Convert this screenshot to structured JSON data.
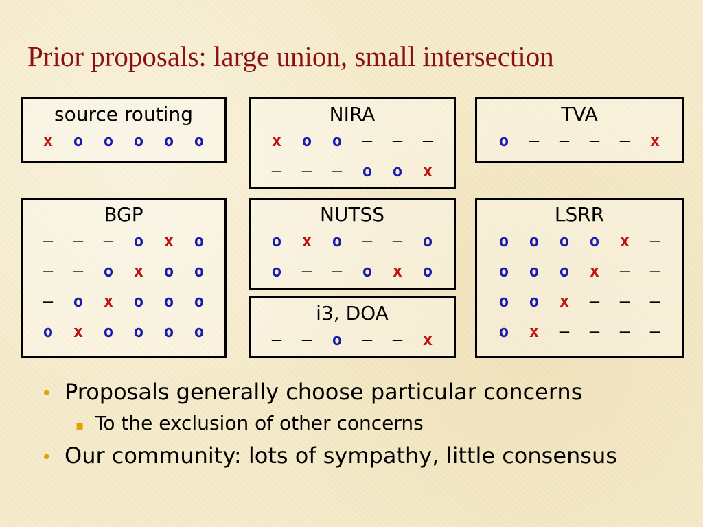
{
  "title": "Prior proposals: large union, small intersection",
  "colors": {
    "title": "#8b1010",
    "circle": "#1a1ab0",
    "cross": "#c01010",
    "bullet": "#e8a000"
  },
  "boxes": {
    "source_routing": {
      "name": "source routing",
      "rows": [
        [
          "x",
          "o",
          "o",
          "o",
          "o",
          "o"
        ]
      ]
    },
    "nira": {
      "name": "NIRA",
      "rows": [
        [
          "x",
          "o",
          "o",
          "–",
          "–",
          "–"
        ],
        [
          "–",
          "–",
          "–",
          "o",
          "o",
          "x"
        ]
      ]
    },
    "tva": {
      "name": "TVA",
      "rows": [
        [
          "o",
          "–",
          "–",
          "–",
          "–",
          "x"
        ]
      ]
    },
    "bgp": {
      "name": "BGP",
      "rows": [
        [
          "–",
          "–",
          "–",
          "o",
          "x",
          "o"
        ],
        [
          "–",
          "–",
          "o",
          "x",
          "o",
          "o"
        ],
        [
          "–",
          "o",
          "x",
          "o",
          "o",
          "o"
        ],
        [
          "o",
          "x",
          "o",
          "o",
          "o",
          "o"
        ]
      ]
    },
    "nutss": {
      "name": "NUTSS",
      "rows": [
        [
          "o",
          "x",
          "o",
          "–",
          "–",
          "o"
        ],
        [
          "o",
          "–",
          "–",
          "o",
          "x",
          "o"
        ]
      ]
    },
    "i3doa": {
      "name": "i3, DOA",
      "rows": [
        [
          "–",
          "–",
          "o",
          "–",
          "–",
          "x"
        ]
      ]
    },
    "lsrr": {
      "name": "LSRR",
      "rows": [
        [
          "o",
          "o",
          "o",
          "o",
          "x",
          "–"
        ],
        [
          "o",
          "o",
          "o",
          "x",
          "–",
          "–"
        ],
        [
          "o",
          "o",
          "x",
          "–",
          "–",
          "–"
        ],
        [
          "o",
          "x",
          "–",
          "–",
          "–",
          "–"
        ]
      ]
    }
  },
  "bullets": {
    "b1": {
      "bullet": "•",
      "text": "Proposals generally choose particular concerns"
    },
    "b1_sub": {
      "bullet": "▪",
      "text": "To the exclusion of other concerns"
    },
    "b2": {
      "bullet": "•",
      "text": "Our community: lots of sympathy, little consensus"
    }
  }
}
